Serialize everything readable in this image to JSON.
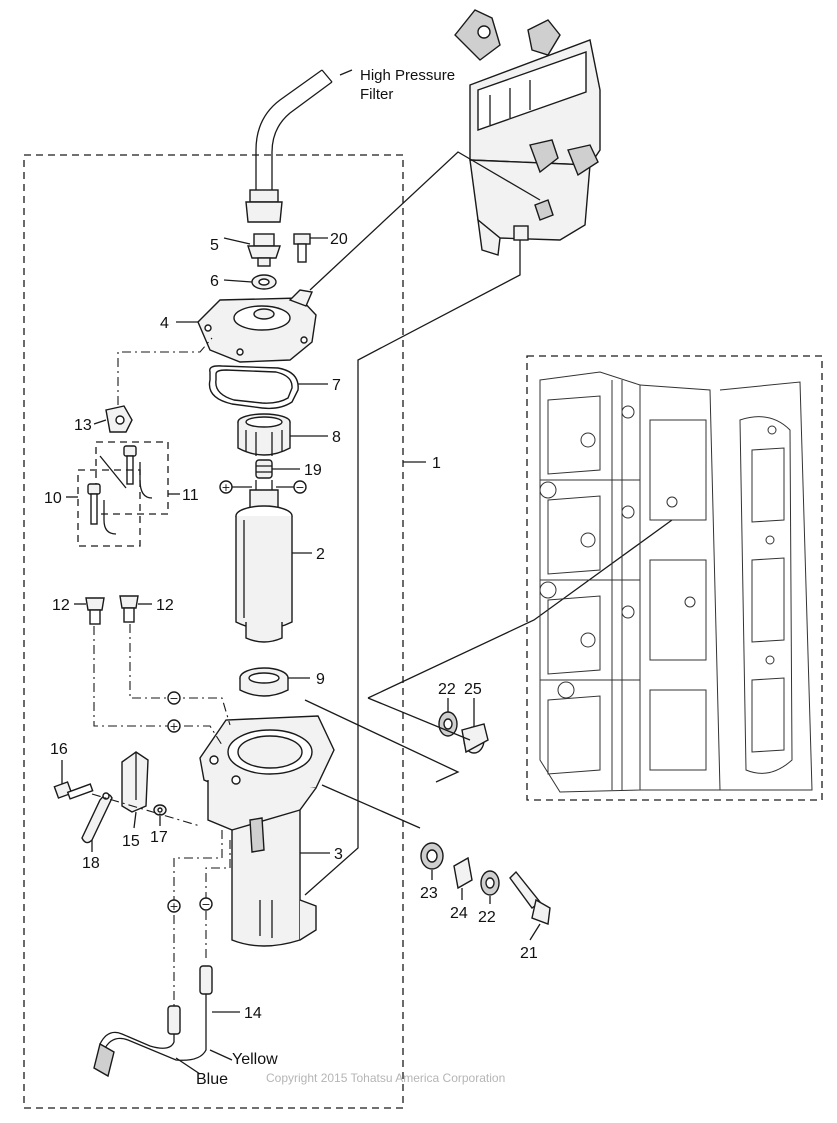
{
  "labels": {
    "high_pressure_filter_line1": "High Pressure",
    "high_pressure_filter_line2": "Filter",
    "yellow": "Yellow",
    "blue": "Blue",
    "copyright": "Copyright 2015 Tohatsu America Corporation"
  },
  "callouts": {
    "c1": "1",
    "c2": "2",
    "c3": "3",
    "c4": "4",
    "c5": "5",
    "c6": "6",
    "c7": "7",
    "c8": "8",
    "c9": "9",
    "c10": "10",
    "c11": "11",
    "c12a": "12",
    "c12b": "12",
    "c13": "13",
    "c14": "14",
    "c15": "15",
    "c16": "16",
    "c17": "17",
    "c18": "18",
    "c19": "19",
    "c20": "20",
    "c21": "21",
    "c22a": "22",
    "c22b": "22",
    "c23": "23",
    "c24": "24",
    "c25": "25"
  },
  "symbols": {
    "plus": "+",
    "minus": "−"
  }
}
